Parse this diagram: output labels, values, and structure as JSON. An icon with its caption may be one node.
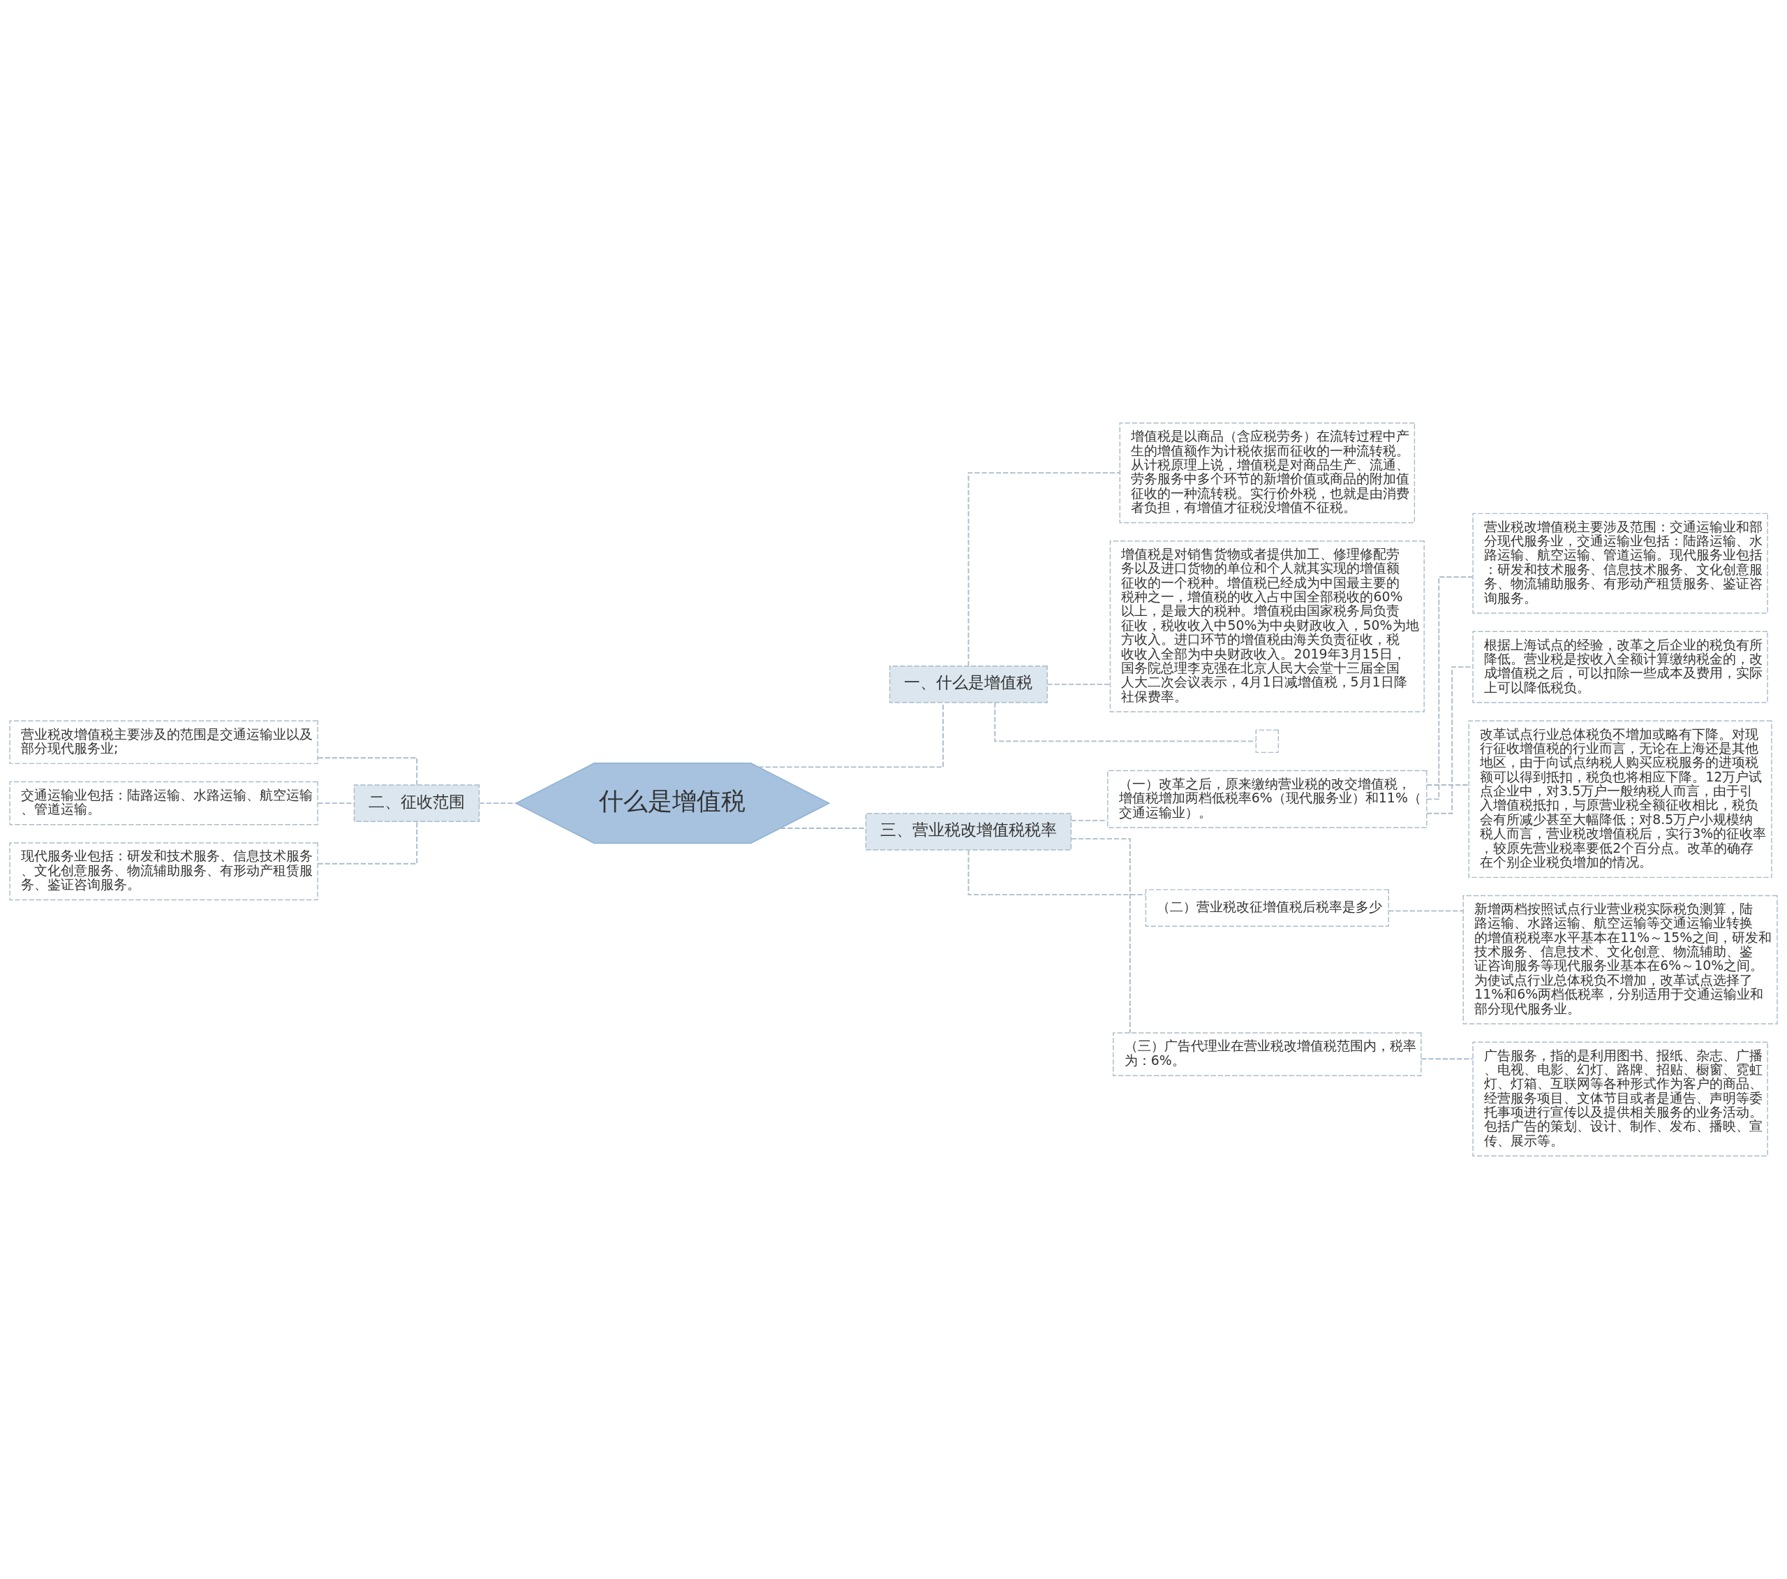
{
  "diagram": {
    "nodes": [
      {
        "text": [
          "什么是增值税"
        ]
      },
      {
        "text": [
          "一、什么是增值税"
        ]
      },
      {
        "text": [
          "增值税是以商品（含应税劳务）在流转过程中产生的增值额作为计税依据而征收的一种流转税。从计税原理上说，增值税是对商品生产、流通、劳务服务中多个环节的新增价值或商品的附加值征收的一种流转税。实行价外税，也就是由消费者负担，有增值才征税没增值不征税。"
        ]
      },
      {
        "text": [
          "增值税是对销售货物或者提供加工、修理修配劳务以及进口货物的单位和个人就其实现的增值额征收的一个税种。增值税已经成为中国最主要的税种之一，增值税的收入占中国全部税收的60%以上，是最大的税种。增值税由国家税务局负责征收，税收收入中50%为中央财政收入，50%为地方收入。进口环节的增值税由海关负责征收，税收收入全部为中央财政收入。2019年3月15日，国务院总理李克强在北京人民大会堂十三届全国人大二次会议表示，4月1日减增值税，5月1日降社保费率。"
        ]
      },
      {
        "text": [],
        "shape": "box"
      },
      {
        "text": [
          "二、征收范围"
        ]
      },
      {
        "text": [
          "营业税改增值税主要涉及的范围是交通运输业以及部分现代服务业;"
        ]
      },
      {
        "text": [
          "交通运输业包括：陆路运输、水路运输、航空运输、管道运输。"
        ]
      },
      {
        "text": [
          "现代服务业包括：研发和技术服务、信息技术服务、文化创意服务、物流辅助服务、有形动产租赁服务、鉴证咨询服务。"
        ]
      },
      {
        "text": [
          "三、营业税改增值税税率"
        ]
      },
      {
        "text": [
          "（一）改革之后，原来缴纳营业税的改交增值税，增值税增加两档低税率6%（现代服务业）和11%（交通运输业）。"
        ]
      },
      {
        "text": [
          "营业税改增值税主要涉及范围：交通运输业和部分现代服务业，交通运输业包括：陆路运输、水路运输、航空运输、管道运输。现代服务业包括：研发和技术服务、信息技术服务、文化创意服务、物流辅助服务、有形动产租赁服务、鉴证咨询服务。"
        ]
      },
      {
        "text": [
          "根据上海试点的经验，改革之后企业的税负有所降低。营业税是按收入全额计算缴纳税金的，改成增值税之后，可以扣除一些成本及费用，实际上可以降低税负。"
        ]
      },
      {
        "text": [
          "改革试点行业总体税负不增加或略有下降。对现行征收增值税的行业而言，无论在上海还是其他地区，由于向试点纳税人购买应税服务的进项税额可以得到抵扣，税负也将相应下降。12万户试点企业中，对3.5万户一般纳税人而言，由于引入增值税抵扣，与原营业税全额征收相比，税负会有所减少甚至大幅降低；对8.5万户小规模纳税人而言，营业税改增值税后，实行3%的征收率，较原先营业税率要低2个百分点。改革的确存在个别企业税负增加的情况。"
        ]
      },
      {
        "text": [
          "（二）营业税改征增值税后税率是多少"
        ]
      },
      {
        "text": [
          "新增两档按照试点行业营业税实际税负测算，陆路运输、水路运输、航空运输等交通运输业转换的增值税税率水平基本在11%～15%之间，研发和技术服务、信息技术、文化创意、物流辅助、鉴证咨询服务等现代服务业基本在6%～10%之间。为使试点行业总体税负不增加，改革试点选择了11%和6%两档低税率，分别适用于交通运输业和部分现代服务业。"
        ]
      },
      {
        "text": [
          "（三）广告代理业在营业税改增值税范围内，税率为：6%。"
        ]
      },
      {
        "text": [
          "广告服务，指的是利用图书、报纸、杂志、广播、电视、电影、幻灯、路牌、招贴、橱窗、霓虹灯、灯箱、互联网等各种形式作为客户的商品、经营服务项目、文体节目或者是通告、声明等委托事项进行宣传以及提供相关服务的业务活动。包括广告的策划、设计、制作、发布、播映、宣传、展示等。"
        ]
      }
    ],
    "edges": [
      {
        "from": 0,
        "to": 1,
        "arrow": "none",
        "style": "dashed"
      },
      {
        "from": 1,
        "to": 2,
        "arrow": "none",
        "style": "dashed"
      },
      {
        "from": 1,
        "to": 3,
        "arrow": "none",
        "style": "dashed"
      },
      {
        "from": 1,
        "to": 4,
        "arrow": "none",
        "style": "dashed"
      },
      {
        "from": 0,
        "to": 5,
        "arrow": "none",
        "style": "dashed"
      },
      {
        "from": 5,
        "to": 6,
        "arrow": "none",
        "style": "dashed"
      },
      {
        "from": 5,
        "to": 7,
        "arrow": "none",
        "style": "dashed"
      },
      {
        "from": 5,
        "to": 8,
        "arrow": "none",
        "style": "dashed"
      },
      {
        "from": 0,
        "to": 9,
        "arrow": "none",
        "style": "dashed"
      },
      {
        "from": 9,
        "to": 10,
        "arrow": "none",
        "style": "dashed"
      },
      {
        "from": 10,
        "to": 11,
        "arrow": "none",
        "style": "dashed"
      },
      {
        "from": 10,
        "to": 12,
        "arrow": "none",
        "style": "dashed"
      },
      {
        "from": 10,
        "to": 13,
        "arrow": "none",
        "style": "dashed"
      },
      {
        "from": 9,
        "to": 14,
        "arrow": "none",
        "style": "dashed"
      },
      {
        "from": 14,
        "to": 15,
        "arrow": "none",
        "style": "dashed"
      },
      {
        "from": 9,
        "to": 16,
        "arrow": "none",
        "style": "dashed"
      },
      {
        "from": 16,
        "to": 17,
        "arrow": "none",
        "style": "dashed"
      }
    ]
  }
}
